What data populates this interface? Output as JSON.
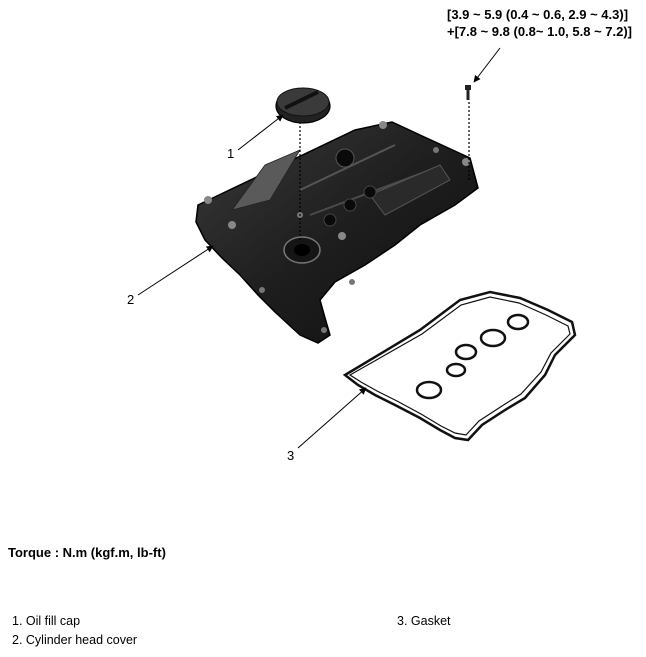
{
  "torque_spec": {
    "line1": "[3.9 ~ 5.9 (0.4 ~ 0.6, 2.9 ~ 4.3)]",
    "line2": "+[7.8 ~ 9.8 (0.8~ 1.0, 5.8 ~ 7.2)]"
  },
  "callouts": {
    "c1": "1",
    "c2": "2",
    "c3": "3"
  },
  "torque_title": "Torque : N.m (kgf.m, lb-ft)",
  "legend": {
    "item1": "1. Oil fill cap",
    "item2": "2. Cylinder head cover",
    "item3": "3. Gasket"
  }
}
